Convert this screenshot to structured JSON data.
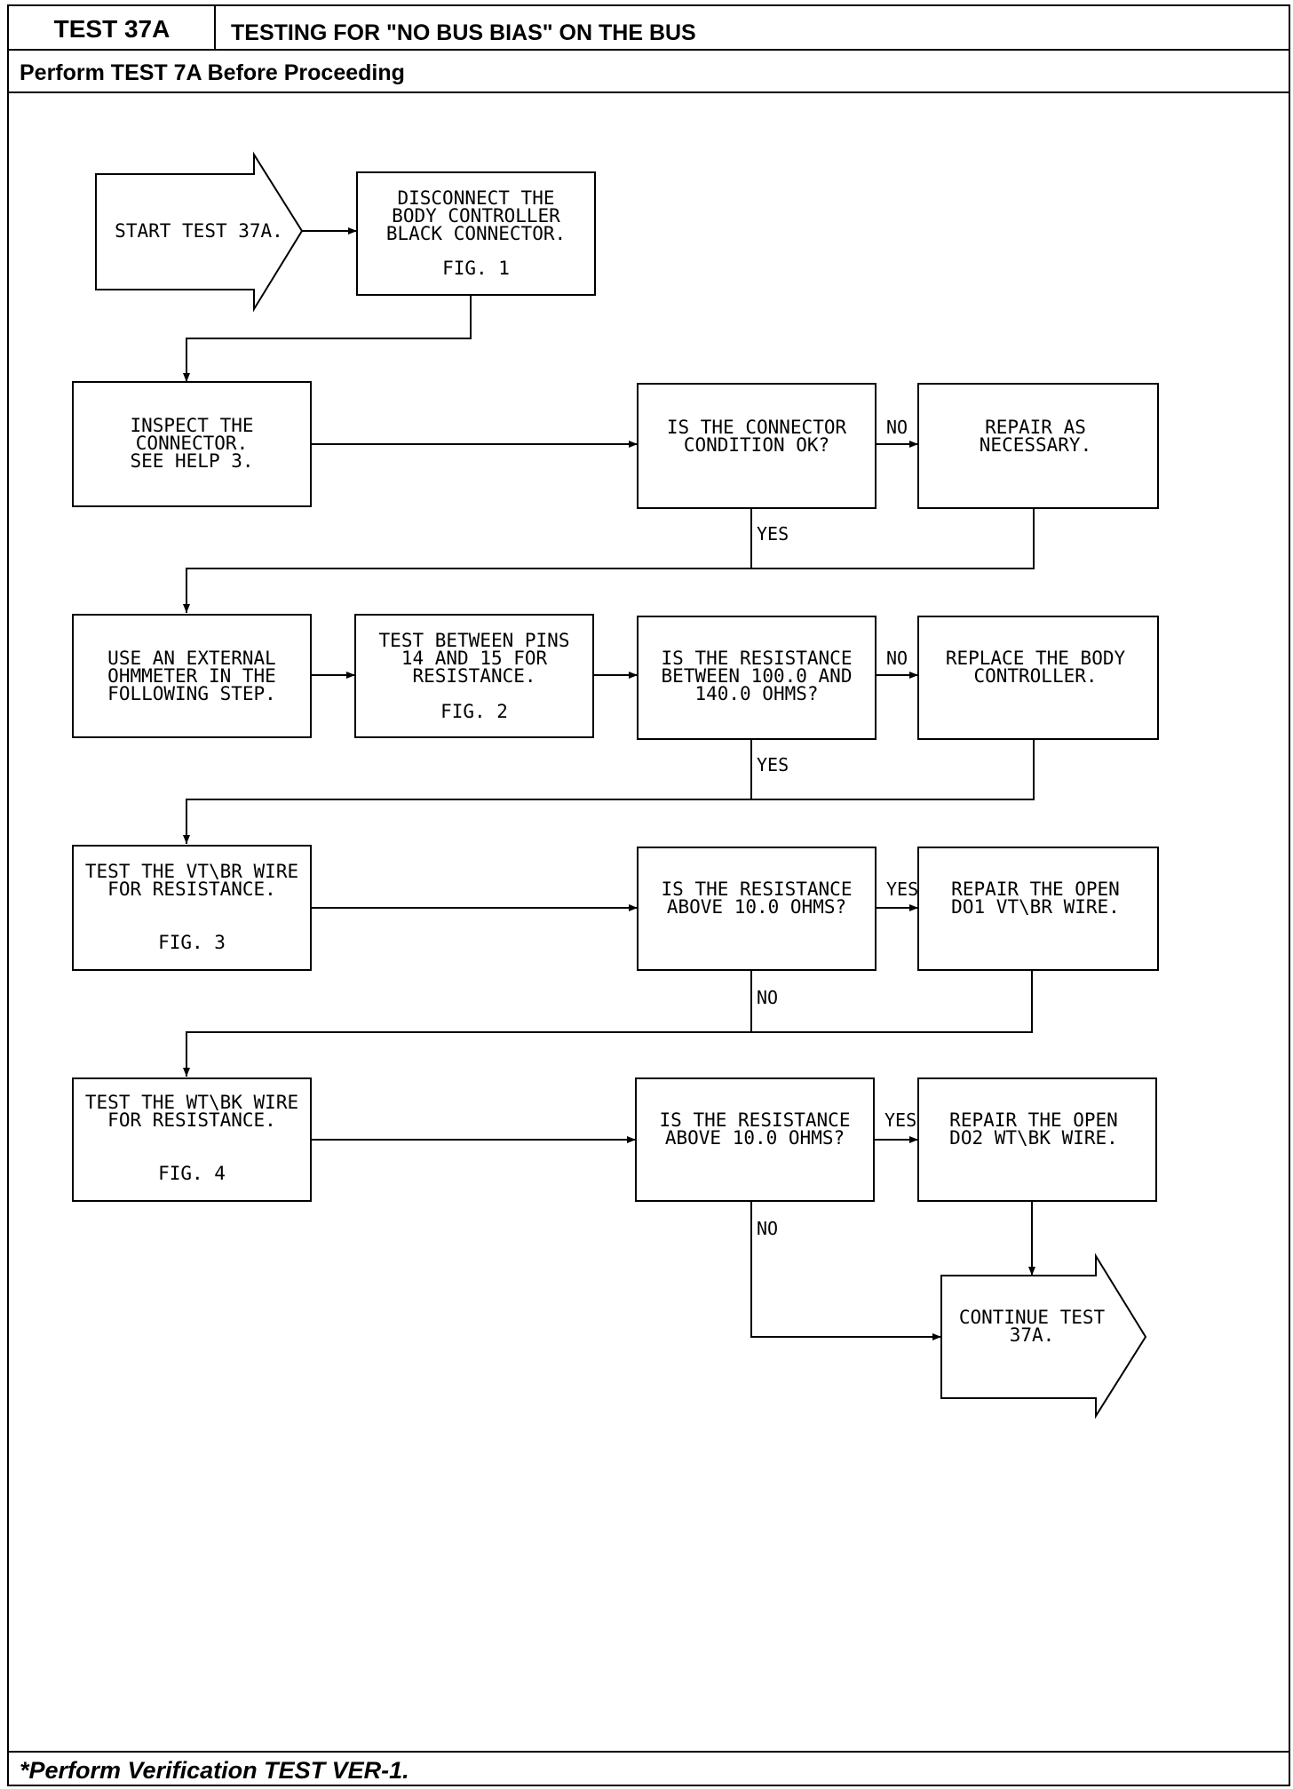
{
  "header": {
    "test_id": "TEST 37A",
    "title": "TESTING FOR \"NO BUS BIAS\" ON THE BUS",
    "subtitle": "Perform TEST 7A Before Proceeding"
  },
  "footer": {
    "note": "*Perform Verification TEST VER-1."
  },
  "flowchart": {
    "start": {
      "lines": [
        "START TEST 37A."
      ]
    },
    "disconnect": {
      "lines": [
        "DISCONNECT THE",
        "BODY CONTROLLER",
        "BLACK CONNECTOR."
      ],
      "fig": "FIG. 1"
    },
    "inspect": {
      "lines": [
        "INSPECT THE",
        "CONNECTOR.",
        "SEE HELP 3."
      ]
    },
    "q_connector": {
      "lines": [
        "IS THE CONNECTOR",
        "CONDITION OK?"
      ]
    },
    "repair_connector": {
      "lines": [
        "REPAIR AS",
        "NECESSARY."
      ]
    },
    "ohmmeter": {
      "lines": [
        "USE AN EXTERNAL",
        "OHMMETER IN THE",
        "FOLLOWING STEP."
      ]
    },
    "test_pins": {
      "lines": [
        "TEST BETWEEN PINS",
        "14 AND 15 FOR",
        "RESISTANCE."
      ],
      "fig": "FIG. 2"
    },
    "q_resistance_range": {
      "lines": [
        "IS THE RESISTANCE",
        "BETWEEN 100.0 AND",
        "140.0 OHMS?"
      ]
    },
    "replace_controller": {
      "lines": [
        "REPLACE THE BODY",
        "CONTROLLER."
      ]
    },
    "test_vtbr": {
      "lines": [
        "TEST THE VT\\BR WIRE",
        "FOR RESISTANCE."
      ],
      "fig": "FIG. 3"
    },
    "q_vtbr": {
      "lines": [
        "IS THE RESISTANCE",
        "ABOVE 10.0 OHMS?"
      ]
    },
    "repair_vtbr": {
      "lines": [
        "REPAIR THE OPEN",
        "DO1 VT\\BR WIRE."
      ]
    },
    "test_wtbk": {
      "lines": [
        "TEST THE WT\\BK WIRE",
        "FOR RESISTANCE."
      ],
      "fig": "FIG. 4"
    },
    "q_wtbk": {
      "lines": [
        "IS THE RESISTANCE",
        "ABOVE 10.0 OHMS?"
      ]
    },
    "repair_wtbk": {
      "lines": [
        "REPAIR THE OPEN",
        "DO2 WT\\BK WIRE."
      ]
    },
    "continue": {
      "lines": [
        "CONTINUE TEST",
        "37A."
      ]
    },
    "labels": {
      "yes": "YES",
      "no": "NO"
    }
  }
}
